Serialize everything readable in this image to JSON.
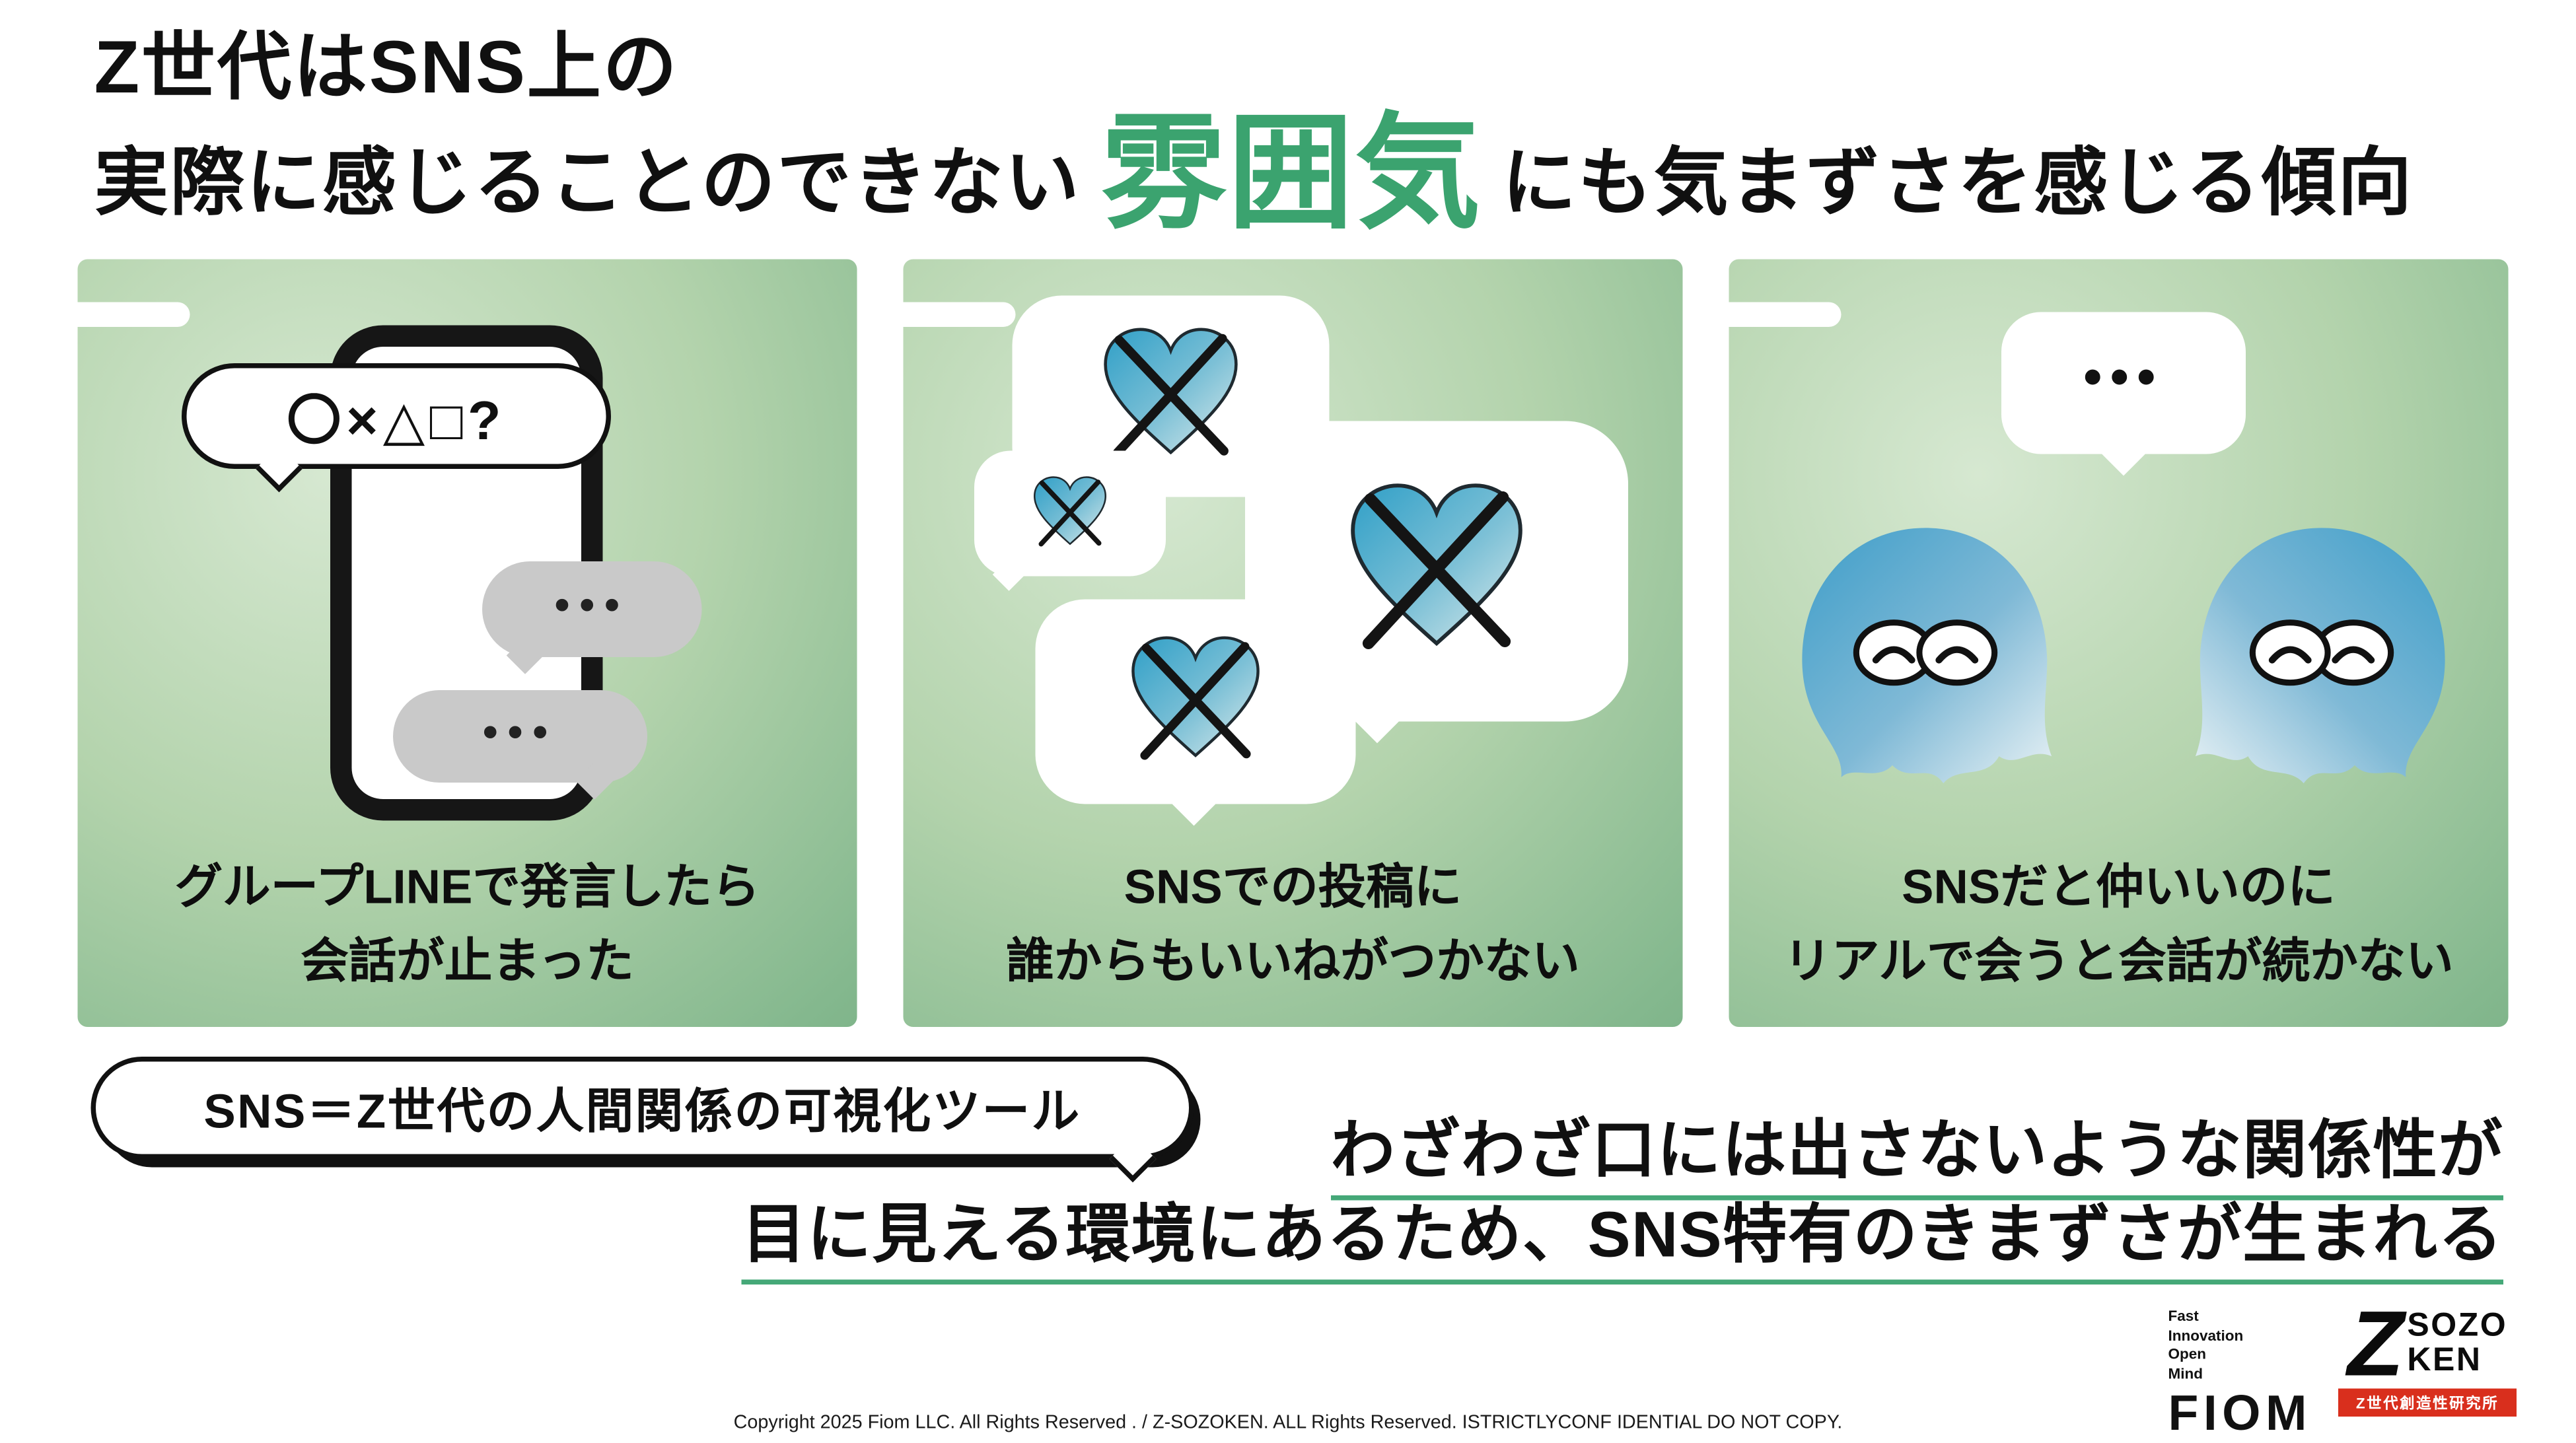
{
  "title": {
    "line1": "Z世代はSNS上の",
    "line2_pre": "実際に感じることのできない",
    "line2_highlight": "雰囲気",
    "line2_post": "にも気まずさを感じる傾向"
  },
  "panels": [
    {
      "bubble_text": "〇×△□?",
      "caption_line1": "グループLINEで発言したら",
      "caption_line2": "会話が止まった"
    },
    {
      "caption_line1": "SNSでの投稿に",
      "caption_line2": "誰からもいいねがつかない"
    },
    {
      "caption_line1": "SNSだと仲いいのに",
      "caption_line2": "リアルで会うと会話が続かない"
    }
  ],
  "callout": {
    "text": "SNS＝Z世代の人間関係の可視化ツール"
  },
  "conclusion": {
    "line1": "わざわざ口には出さないような関係性が",
    "line2": "目に見える環境にあるため、SNS特有のきまずさが生まれる"
  },
  "branding": {
    "fiom_words": [
      "Fast",
      "Innovation",
      "Open",
      "Mind"
    ],
    "fiom_logo": "FIOM",
    "sozo_z": "Z",
    "sozo_line1": "SOZO",
    "sozo_line2": "KEN",
    "sozo_sub": "Z世代創造性研究所"
  },
  "footer": {
    "copyright": "Copyright 2025 Fiom LLC. All Rights Reserved . / Z-SOZOKEN. ALL Rights Reserved. ISTRICTLYCONF IDENTIAL DO NOT COPY."
  },
  "misc": {
    "ellipsis": "•••"
  },
  "colors": {
    "accent_green": "#3ba36f",
    "panel_green": "#7cb289",
    "heart_blue": "#2f9fc7",
    "ghost_blue": "#3f9ec9",
    "logo_red": "#d92f1d"
  }
}
